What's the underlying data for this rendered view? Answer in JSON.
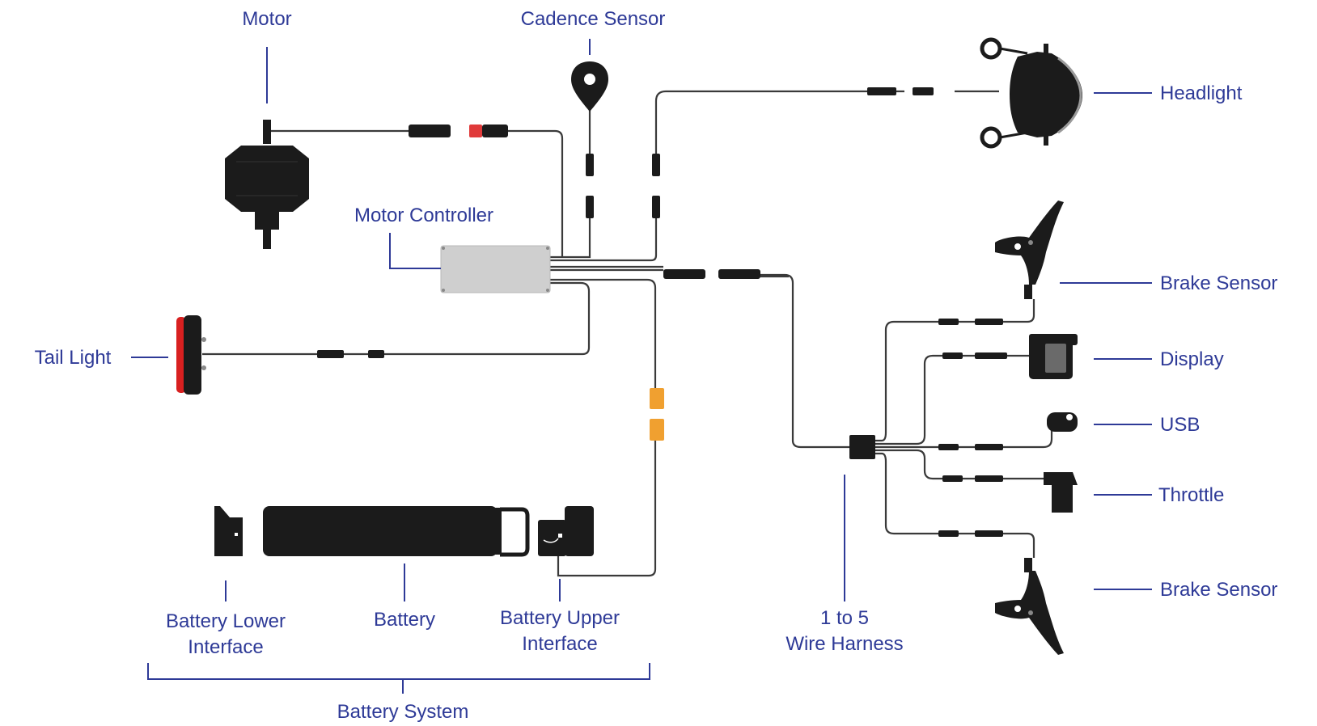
{
  "labels": {
    "motor": "Motor",
    "cadence_sensor": "Cadence Sensor",
    "headlight": "Headlight",
    "motor_controller": "Motor Controller",
    "tail_light": "Tail Light",
    "brake_sensor_top": "Brake Sensor",
    "display": "Display",
    "usb": "USB",
    "throttle": "Throttle",
    "brake_sensor_bottom": "Brake Sensor",
    "battery_lower_interface_line1": "Battery Lower",
    "battery_lower_interface_line2": "Interface",
    "battery": "Battery",
    "battery_upper_interface_line1": "Battery Upper",
    "battery_upper_interface_line2": "Interface",
    "wire_harness_line1": "1 to 5",
    "wire_harness_line2": "Wire Harness",
    "battery_system": "Battery System"
  },
  "colors": {
    "label_text": "#2e3a97",
    "wire": "#3a3a3a",
    "component": "#1b1b1b",
    "controller_body": "#cfcfcf",
    "battery_connector": "#f0a030",
    "motor_connector_red": "#e03a3a",
    "tail_light_red": "#d82020"
  }
}
